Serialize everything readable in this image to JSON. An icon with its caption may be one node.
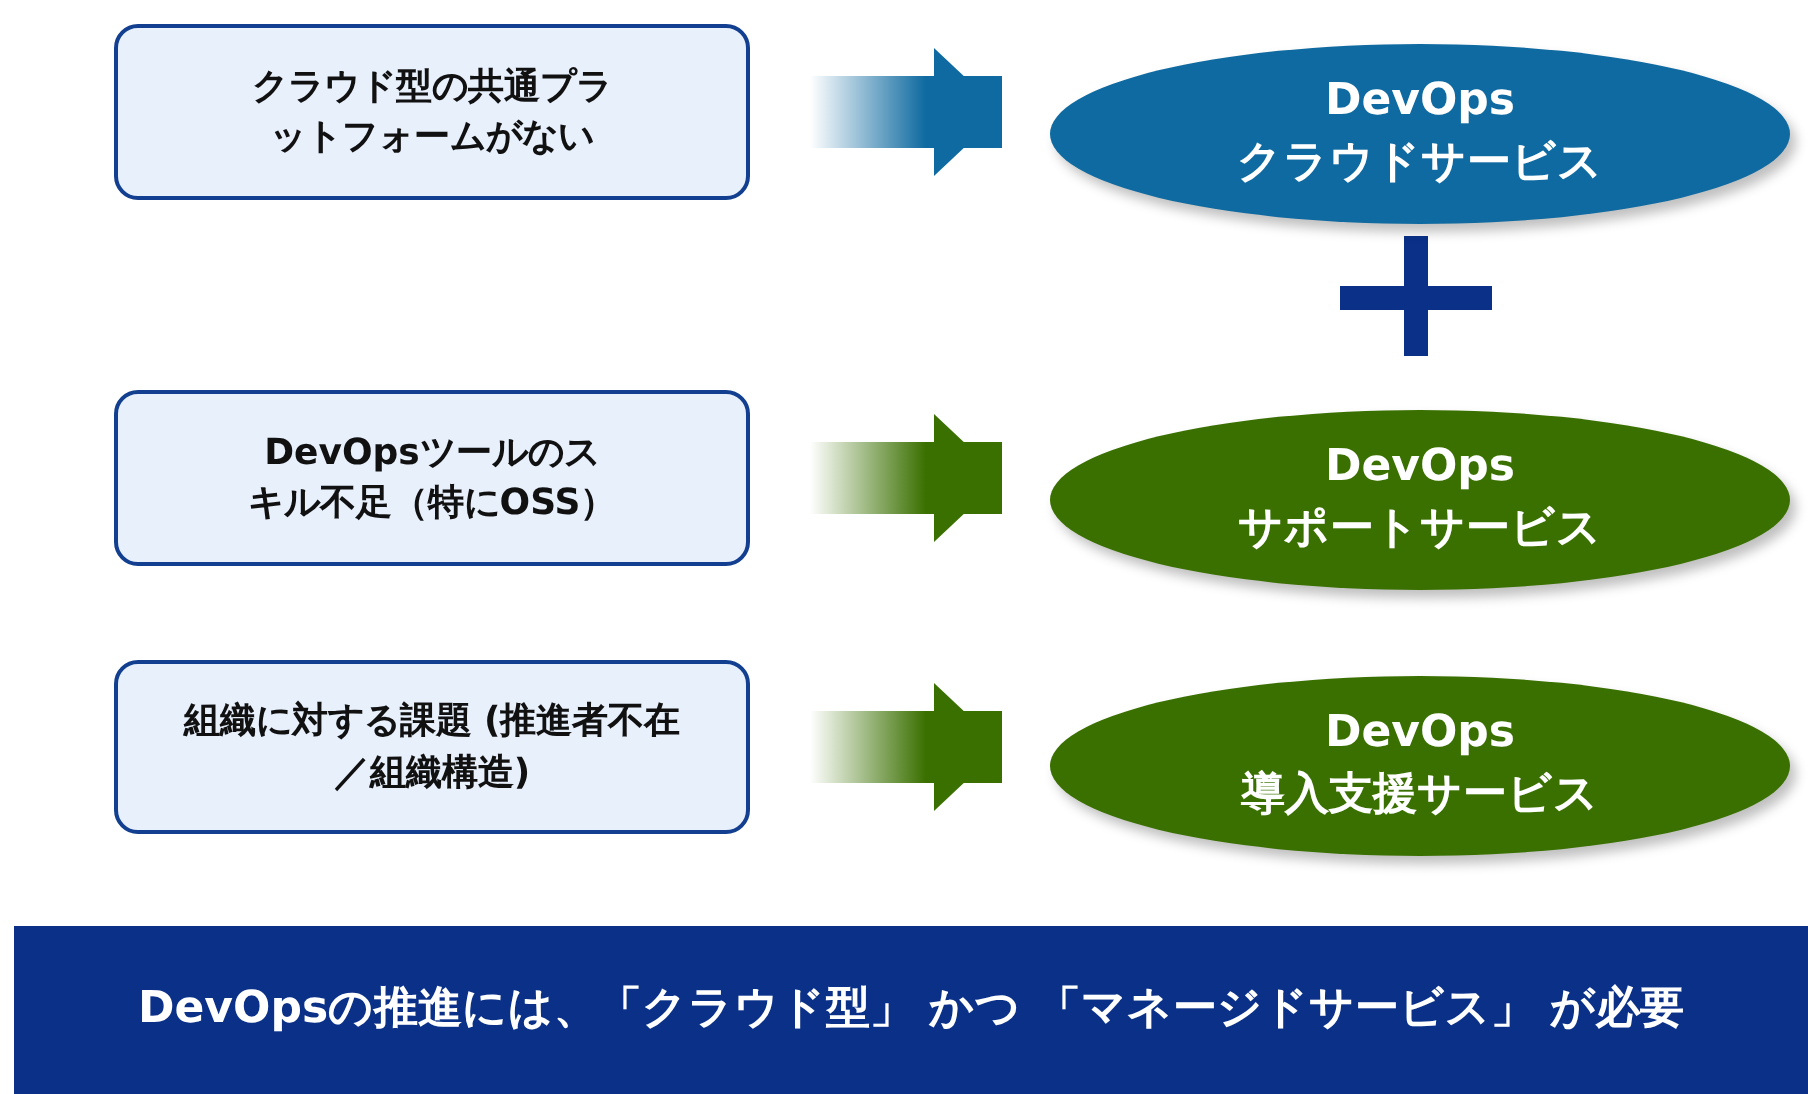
{
  "diagram": {
    "nodes": [
      {
        "text": [
          "クラウド型の共通プラットフォームがない"
        ]
      },
      {
        "text": [
          "DevOps クラウドサービス"
        ]
      },
      {
        "text": [
          "DevOpsツールのスキル不足（特にOSS）"
        ]
      },
      {
        "text": [
          "DevOps サポートサービス"
        ]
      },
      {
        "text": [
          "組織に対する課題 (推進者不在／組織構造)"
        ]
      },
      {
        "text": [
          "DevOps 導入支援サービス"
        ]
      },
      {
        "text": [
          "DevOpsの推進には、「クラウド型」 かつ 「マネージドサービス」 が必要"
        ]
      }
    ],
    "edges": [
      {
        "from": 0,
        "to": 1,
        "arrow": "to",
        "color": "#0e6aa0"
      },
      {
        "from": 2,
        "to": 3,
        "arrow": "to"
      },
      {
        "from": 4,
        "to": 5,
        "arrow": "to"
      }
    ]
  }
}
